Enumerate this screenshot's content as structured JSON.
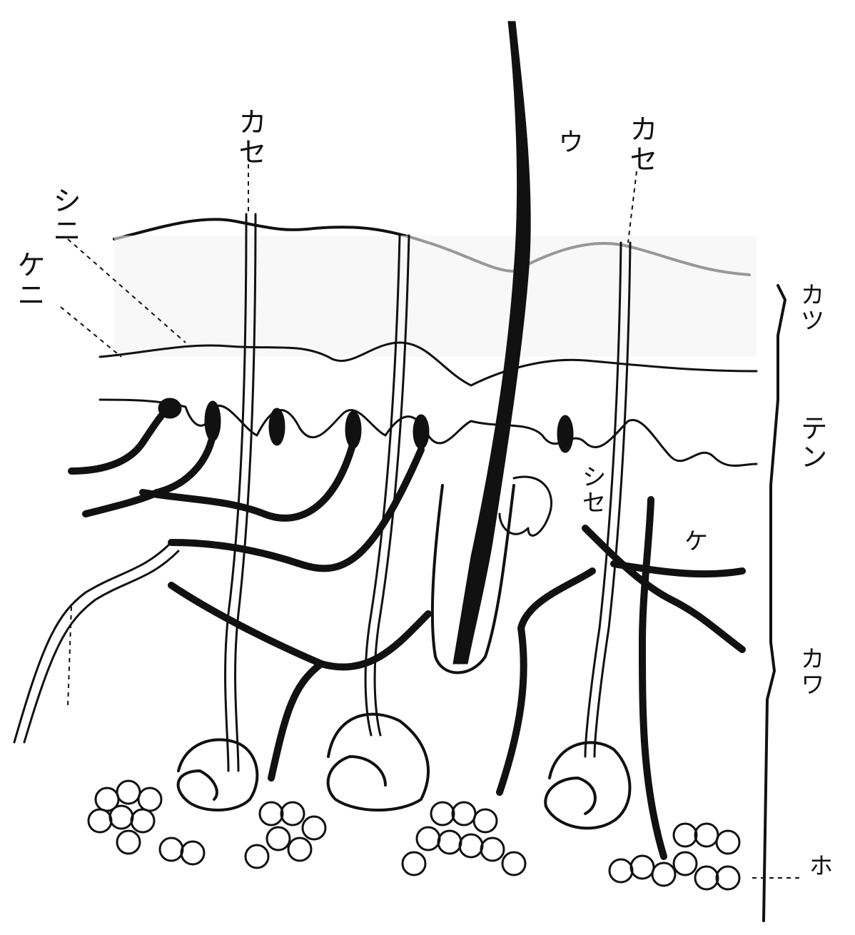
{
  "labels": {
    "kase_left": "カセ",
    "kase_right": "カセ",
    "u": "ウ",
    "shi_ni": "シニ",
    "ke_ni": "ケニ",
    "se_center": "シセ",
    "ke_side": "ケ",
    "right_top": "カツ",
    "right_mid": "テン",
    "right_low": "カワ",
    "right_bottom": "ホ"
  }
}
